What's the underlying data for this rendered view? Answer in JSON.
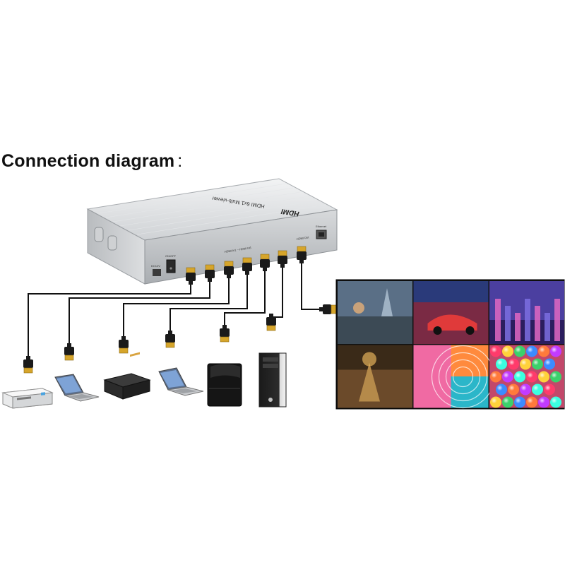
{
  "title": "Connection diagram",
  "title_colon": ":",
  "device": {
    "brand": "HDMI",
    "model": "HDMI 6x1 Multi-viewer",
    "power_label": "DC12V",
    "switch_label": "ON/OFF",
    "inputs_label": "HDMI In1 ~ HDMI In6",
    "output_label": "HDMI Out",
    "ethernet_label": "Ethernet"
  },
  "sources": [
    {
      "name": "dvd-player"
    },
    {
      "name": "laptop"
    },
    {
      "name": "set-top-box"
    },
    {
      "name": "laptop"
    },
    {
      "name": "game-console"
    },
    {
      "name": "desktop-pc"
    }
  ],
  "display": {
    "name": "multiview-display",
    "tiles": [
      {
        "name": "game-scene-archer",
        "color": "#5a6f86"
      },
      {
        "name": "red-sports-car",
        "color": "#7a2a44"
      },
      {
        "name": "neon-city",
        "color": "#4b3fa0"
      },
      {
        "name": "fantasy-village",
        "color": "#6b4a2a"
      },
      {
        "name": "colorful-arcs",
        "color": "#2bb6c9"
      },
      {
        "name": "candy-balls",
        "color": "#c2486a"
      }
    ]
  }
}
